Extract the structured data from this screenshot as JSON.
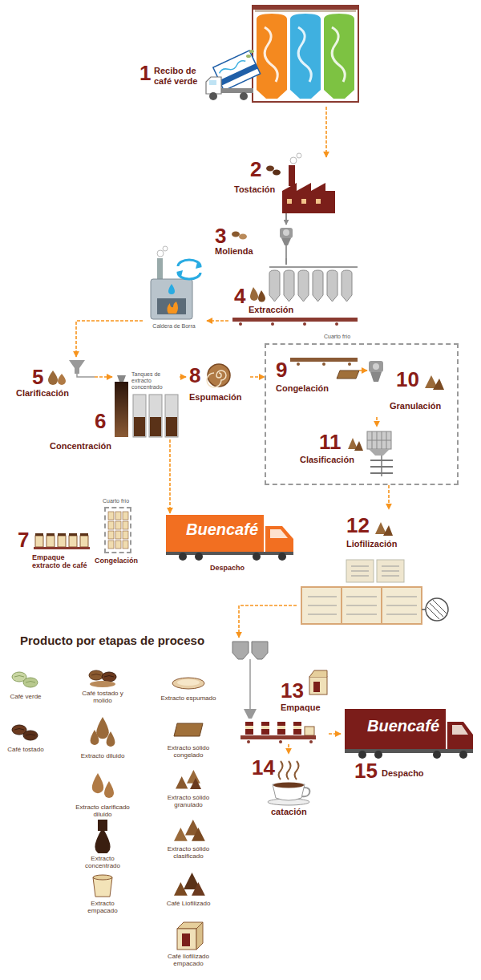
{
  "diagram": {
    "nodes": [
      {
        "text": [
          "1",
          "Recibo de café verde"
        ]
      },
      {
        "text": [
          "2",
          "Tostación"
        ]
      },
      {
        "text": [
          "3",
          "Molienda"
        ]
      },
      {
        "text": [
          "4",
          "Extracción"
        ]
      },
      {
        "text": [
          "Caldera de Borra"
        ]
      },
      {
        "text": [
          "5",
          "Clarificación"
        ]
      },
      {
        "text": [
          "Tanques de extracto concentrado",
          "6",
          "Concentración"
        ]
      },
      {
        "text": [
          "8",
          "Espumación"
        ]
      },
      {
        "text": [
          "Cuarto frío"
        ]
      },
      {
        "text": [
          "9",
          "Congelación"
        ],
        "in": 8
      },
      {
        "text": [
          "10",
          "Granulación"
        ],
        "in": 8
      },
      {
        "text": [
          "11",
          "Clasificación"
        ],
        "in": 8
      },
      {
        "text": [
          "12",
          "Liofilización"
        ]
      },
      {
        "text": [
          "13",
          "Empaque"
        ]
      },
      {
        "text": [
          "14",
          "catación"
        ]
      },
      {
        "text": [
          "15",
          "Despacho"
        ]
      },
      {
        "text": [
          "7",
          "Empaque extracto de café"
        ]
      },
      {
        "text": [
          "Cuarto frío",
          "Congelación"
        ]
      },
      {
        "text": [
          "Despacho"
        ]
      }
    ],
    "edges": [
      {
        "from": 0,
        "to": 1,
        "arrow": "to"
      },
      {
        "from": 1,
        "to": 2,
        "arrow": "to"
      },
      {
        "from": 2,
        "to": 3,
        "arrow": "none"
      },
      {
        "from": 3,
        "to": 4,
        "arrow": "to"
      },
      {
        "from": 4,
        "to": 5,
        "arrow": "to"
      },
      {
        "from": 5,
        "to": 6,
        "arrow": "to"
      },
      {
        "from": 6,
        "to": 7,
        "arrow": "to"
      },
      {
        "from": 7,
        "to": 8,
        "arrow": "to"
      },
      {
        "from": 9,
        "to": 10,
        "arrow": "to"
      },
      {
        "from": 10,
        "to": 11,
        "arrow": "to"
      },
      {
        "from": 8,
        "to": 12,
        "arrow": "to"
      },
      {
        "from": 12,
        "to": 13,
        "arrow": "to"
      },
      {
        "from": 13,
        "to": 15,
        "arrow": "to"
      },
      {
        "from": 13,
        "to": 14,
        "arrow": "to"
      },
      {
        "from": 6,
        "to": 18,
        "arrow": "to"
      }
    ],
    "labels": [
      "Buencafé",
      "Producto por etapas de proceso",
      "Buencafé"
    ],
    "legend": [
      {
        "text": "Café verde"
      },
      {
        "text": "Café tostado"
      },
      {
        "text": "Café tostado y molido"
      },
      {
        "text": "Extracto diluido"
      },
      {
        "text": "Extracto clarificado diluido"
      },
      {
        "text": "Extracto concentrado"
      },
      {
        "text": "Extracto empacado"
      },
      {
        "text": "Extracto espumado"
      },
      {
        "text": "Extracto sólido congelado"
      },
      {
        "text": "Extracto sólido granulado"
      },
      {
        "text": "Extracto sólido clasificado"
      },
      {
        "text": "Café Liofilizado"
      },
      {
        "text": "Café liofilizado empacado"
      }
    ]
  }
}
